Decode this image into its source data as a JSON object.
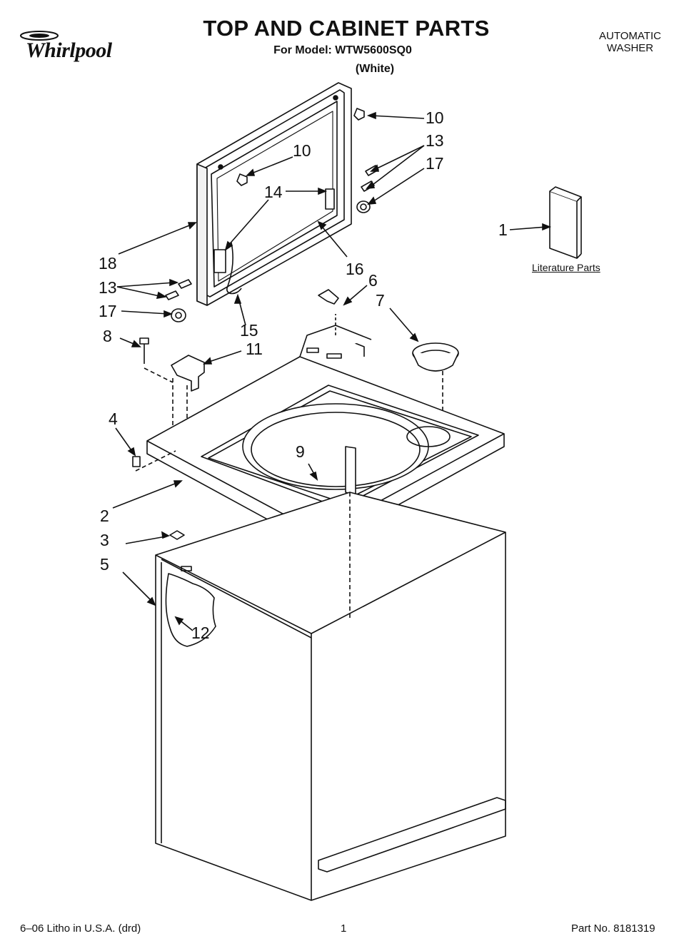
{
  "header": {
    "brand": "Whirlpool",
    "title": "TOP AND CABINET PARTS",
    "model_line": "For Model: WTW5600SQ0",
    "color_line": "(White)",
    "product_type_line1": "AUTOMATIC",
    "product_type_line2": "WASHER"
  },
  "callouts": [
    "10",
    "10",
    "13",
    "17",
    "14",
    "1",
    "18",
    "16",
    "13",
    "6",
    "17",
    "7",
    "15",
    "8",
    "11",
    "4",
    "9",
    "2",
    "3",
    "5",
    "12"
  ],
  "literature": {
    "label": "Literature Parts"
  },
  "footer": {
    "litho": "6–06 Litho in U.S.A. (drd)",
    "page": "1",
    "part_no": "Part No. 8181319"
  }
}
